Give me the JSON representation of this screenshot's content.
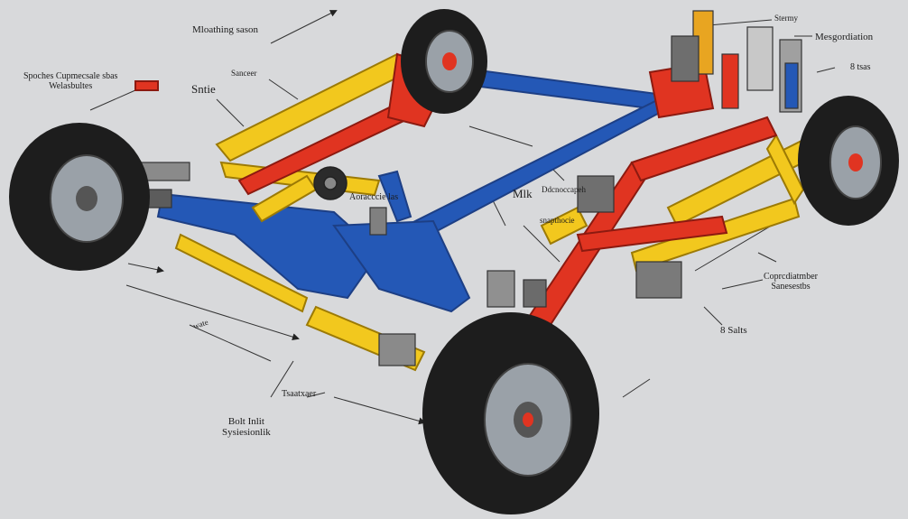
{
  "colors": {
    "background": "#d8d9db",
    "frame_yellow": "#f2c81e",
    "frame_red": "#e03421",
    "frame_blue": "#2458b6",
    "tire": "#1d1d1d",
    "rim": "#9aa1a8"
  },
  "labels": {
    "top_center": "Mloathing sason",
    "top_right_a": "Stermy",
    "top_right_b": "Mesgordiation",
    "right_small": "8 tsas",
    "left_upper_1": "Spoches Cupmecsale sbas",
    "left_upper_2": "Welasbultes",
    "left_suspen": "Sanceer",
    "left_sml": "Sntie",
    "middle_a": "Aoracccie las",
    "middle_milk": "Mlk",
    "middle_right_a": "Ddcnoccapeh",
    "middle_right_b": "snapthocie",
    "right_mid_1": "Coprcdiatmber",
    "right_mid_2": "Sanesestbs",
    "right_lower": "8 Salts",
    "bottom_left_1": "Bolt Inlit",
    "bottom_left_2": "Sysiesionlik",
    "bottom_center": "Tsaatxaer",
    "left_arrow_small": "wate"
  }
}
